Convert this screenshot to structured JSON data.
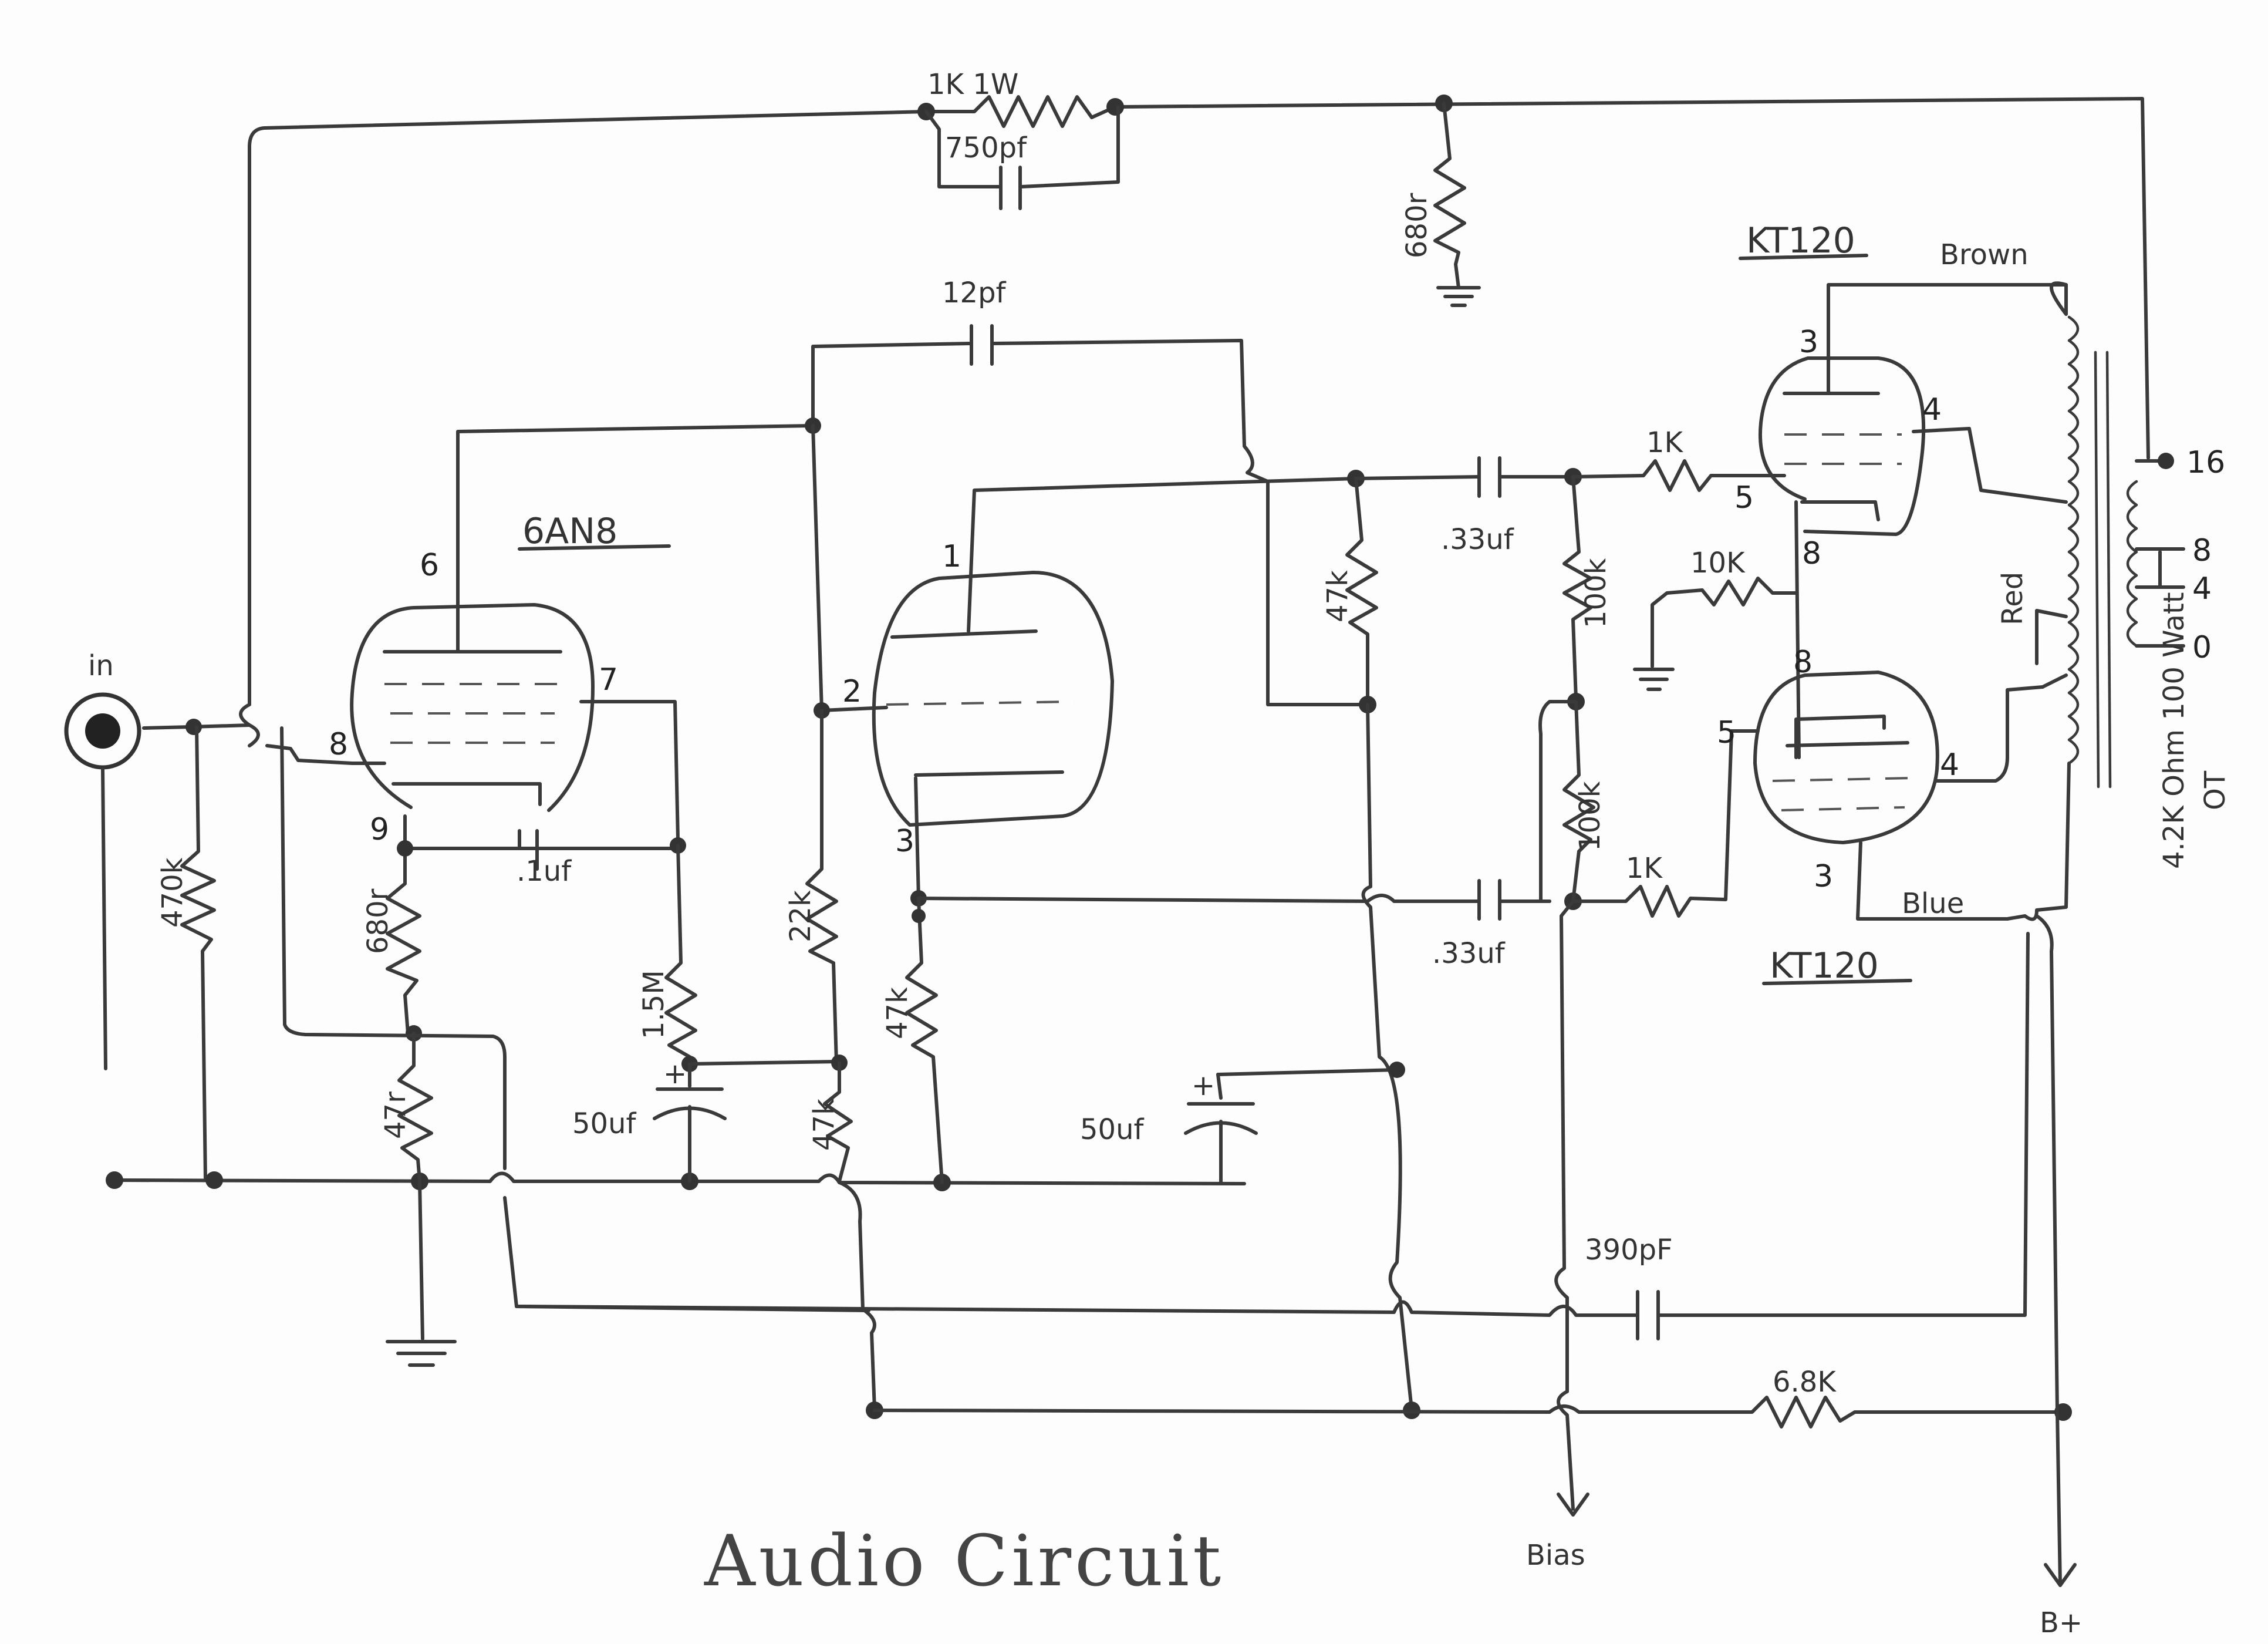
{
  "title": "Audio Circuit",
  "input": {
    "label": "in"
  },
  "tubes": {
    "preamp": {
      "name": "6AN8"
    },
    "output_top": {
      "name": "KT120"
    },
    "output_bottom": {
      "name": "KT120"
    }
  },
  "pins": {
    "p6": "6",
    "p7": "7",
    "p8": "8",
    "p9": "9",
    "t1": "1",
    "t2": "2",
    "t3": "3",
    "a3": "3",
    "a4": "4",
    "a5": "5",
    "a8": "8",
    "b8": "8",
    "b5": "5",
    "b4": "4",
    "b3": "3"
  },
  "components": {
    "r_feedback": "1K 1W",
    "c_feedback": "750pf",
    "r_680_top": "680r",
    "c_12pf": "12pf",
    "r_470k": "470k",
    "r_680r": "680r",
    "c_1uf": ".1uf",
    "r_47r": "47r",
    "r_1_5m": "1.5M",
    "c_50uf_a": "50uf",
    "r_22k": "22k",
    "r_47k_low": "47k",
    "r_47k_cath": "47k",
    "r_47k_plate": "47k",
    "c_50uf_b": "50uf",
    "c_33uf_top": ".33uf",
    "c_33uf_bot": ".33uf",
    "r_100k_top": "100k",
    "r_100k_bot": "100k",
    "r_1k_top": "1K",
    "r_1k_bot": "1K",
    "r_10k": "10K",
    "c_390pf": "390pF",
    "r_6_8k": "6.8K"
  },
  "transformer": {
    "label": "4.2K Ohm 100 Watt",
    "ot": "OT",
    "brown": "Brown",
    "red": "Red",
    "blue": "Blue",
    "tap16": "16",
    "tap8": "8",
    "tap4": "4",
    "tap0": "0"
  },
  "rails": {
    "bias": "Bias",
    "bplus": "B+"
  }
}
